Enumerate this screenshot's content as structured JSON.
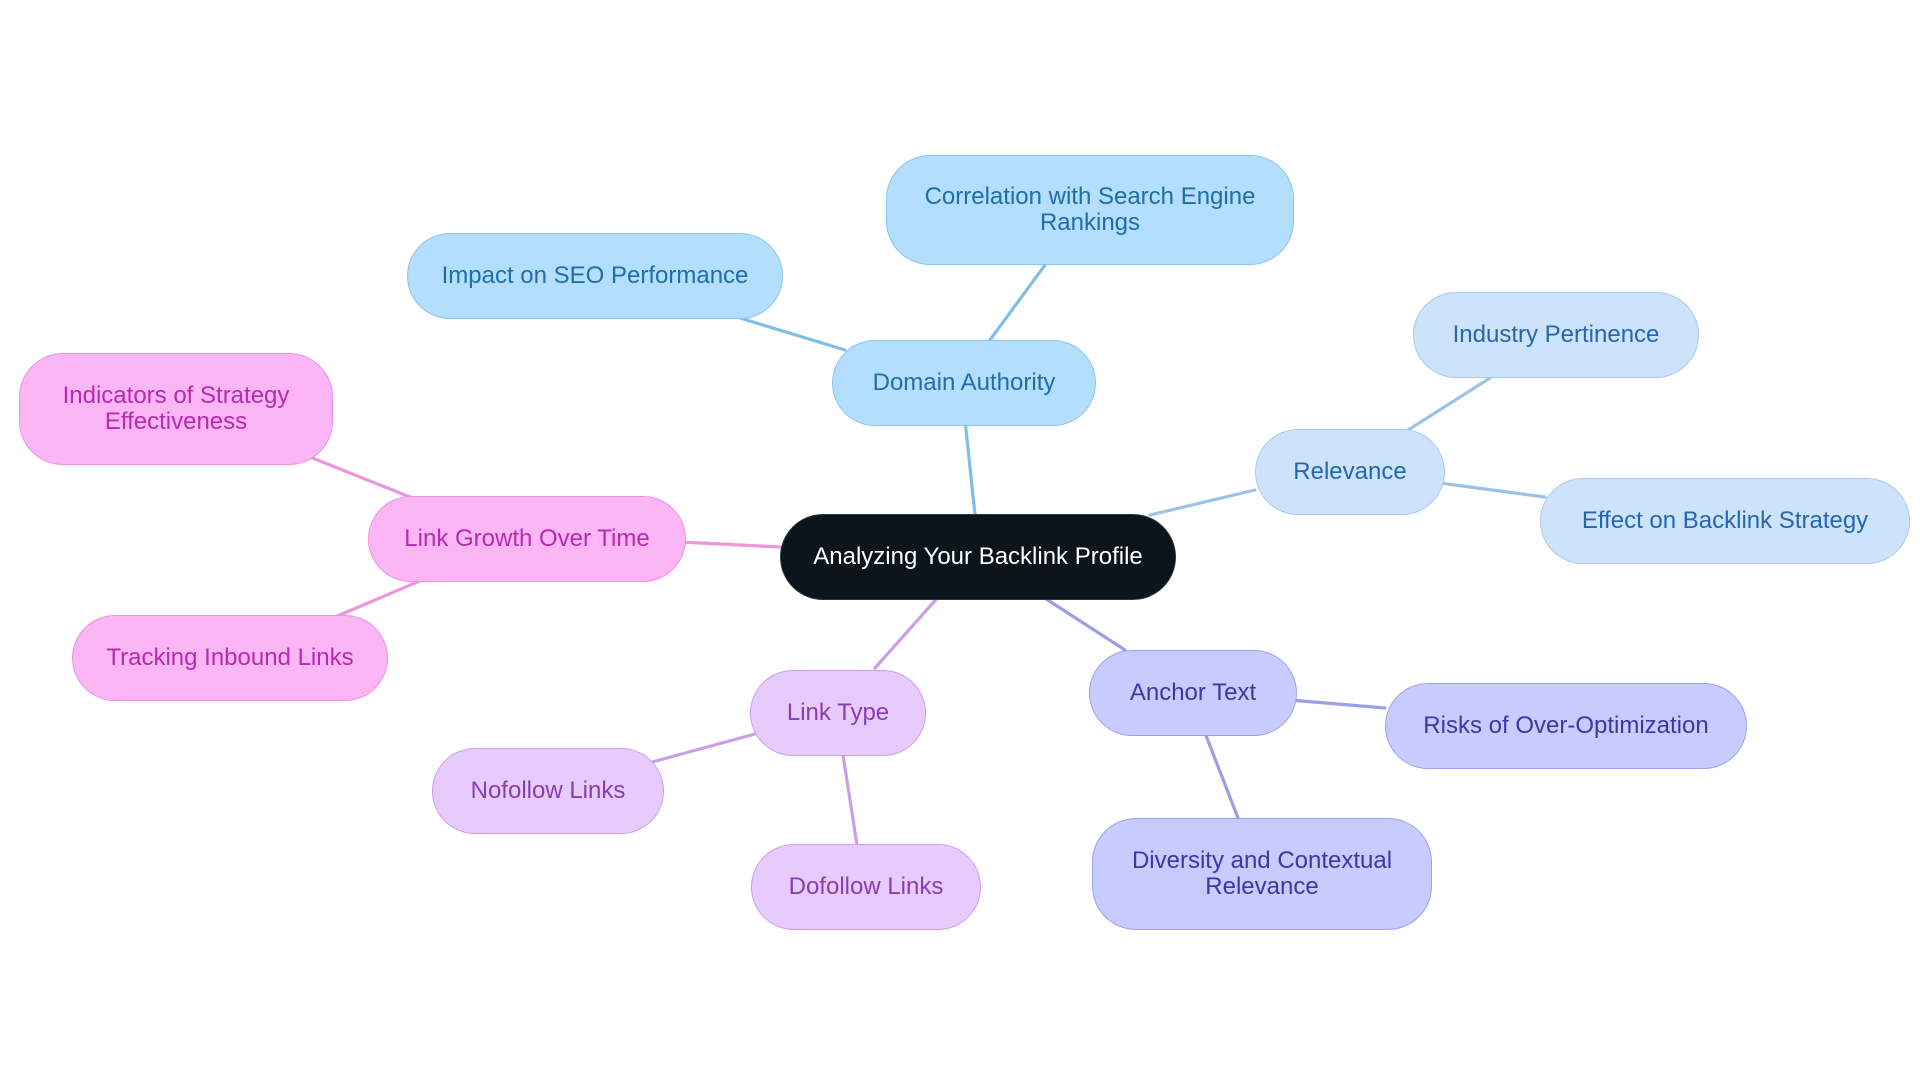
{
  "diagram": {
    "root": {
      "label": "Analyzing Your Backlink Profile"
    },
    "branches": [
      {
        "label": "Domain Authority",
        "color": "#b3defd",
        "edge_color": "#7fbfe6",
        "children": [
          {
            "label": "Impact on SEO Performance"
          },
          {
            "label": "Correlation with Search Engine Rankings"
          }
        ]
      },
      {
        "label": "Relevance",
        "color": "#cde3fb",
        "edge_color": "#9dc2e8",
        "children": [
          {
            "label": "Industry Pertinence"
          },
          {
            "label": "Effect on Backlink Strategy"
          }
        ]
      },
      {
        "label": "Anchor Text",
        "color": "#c8cbfd",
        "edge_color": "#9a9fe6",
        "children": [
          {
            "label": "Risks of Over-Optimization"
          },
          {
            "label": "Diversity and Contextual Relevance"
          }
        ]
      },
      {
        "label": "Link Type",
        "color": "#e7cbfc",
        "edge_color": "#cb9ee8",
        "children": [
          {
            "label": "Nofollow Links"
          },
          {
            "label": "Dofollow Links"
          }
        ]
      },
      {
        "label": "Link Growth Over Time",
        "color": "#fcb5f5",
        "edge_color": "#ec96dd",
        "children": [
          {
            "label": "Indicators of Strategy Effectiveness"
          },
          {
            "label": "Tracking Inbound Links"
          }
        ]
      }
    ]
  }
}
